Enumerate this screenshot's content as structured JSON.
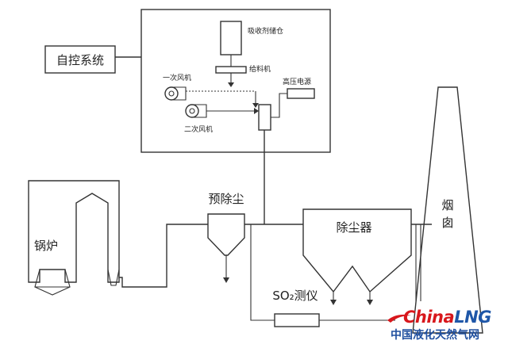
{
  "labels": {
    "control_system": "自控系统",
    "absorbent_bin": "吸收剂储仓",
    "feeder": "给料机",
    "primary_fan": "一次风机",
    "secondary_fan": "二次风机",
    "hv_power": "高压电源",
    "pre_dust": "预除尘",
    "boiler": "锅炉",
    "precipitator": "除尘器",
    "chimney": "烟囱",
    "so2_meter": "SO₂测仪"
  },
  "logo": {
    "text_en": "China",
    "text_en_accent": "LNG",
    "text_cn": "中国液化天然气网"
  },
  "colors": {
    "line": "#333333",
    "logo_red": "#d8171c",
    "logo_blue": "#1f57a8"
  }
}
